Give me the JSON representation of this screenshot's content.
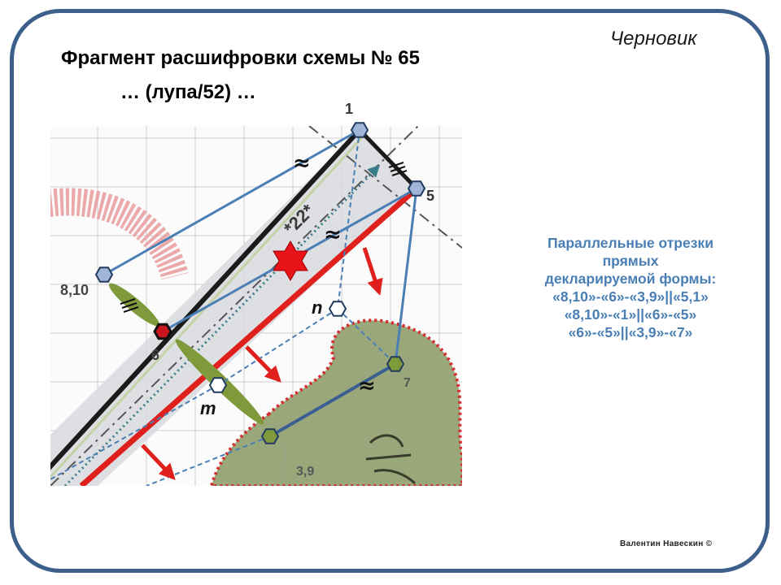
{
  "page": {
    "draft_label": "Черновик",
    "title_line1": "Фрагмент расшифровки схемы № 65",
    "title_line2": "… (лупа/52) …",
    "credit": "Валентин Навескин ©"
  },
  "diagram": {
    "node_labels": {
      "n1": "1",
      "n5": "5",
      "n810": "8,10",
      "n6": "6",
      "n7": "7",
      "n39": "3,9",
      "nn": "n",
      "nm": "m"
    },
    "axis_label": "*22*",
    "approx_symbol": "≈",
    "colors": {
      "frame": "#3d5f8c",
      "segment_blue": "#4a7fb5",
      "red_line": "#e0201c",
      "green_area": "#9aa77a",
      "node_fill": "#9fb6d8",
      "star": "#e8141a"
    }
  },
  "side_text": {
    "lines": [
      "Параллельные отрезки",
      "прямых",
      "декларируемой формы:",
      "«8,10»-«6»-«3,9»||«5,1»",
      "«8,10»-«1»||«6»-«5»",
      "«6»-«5»||«3,9»-«7»"
    ]
  }
}
